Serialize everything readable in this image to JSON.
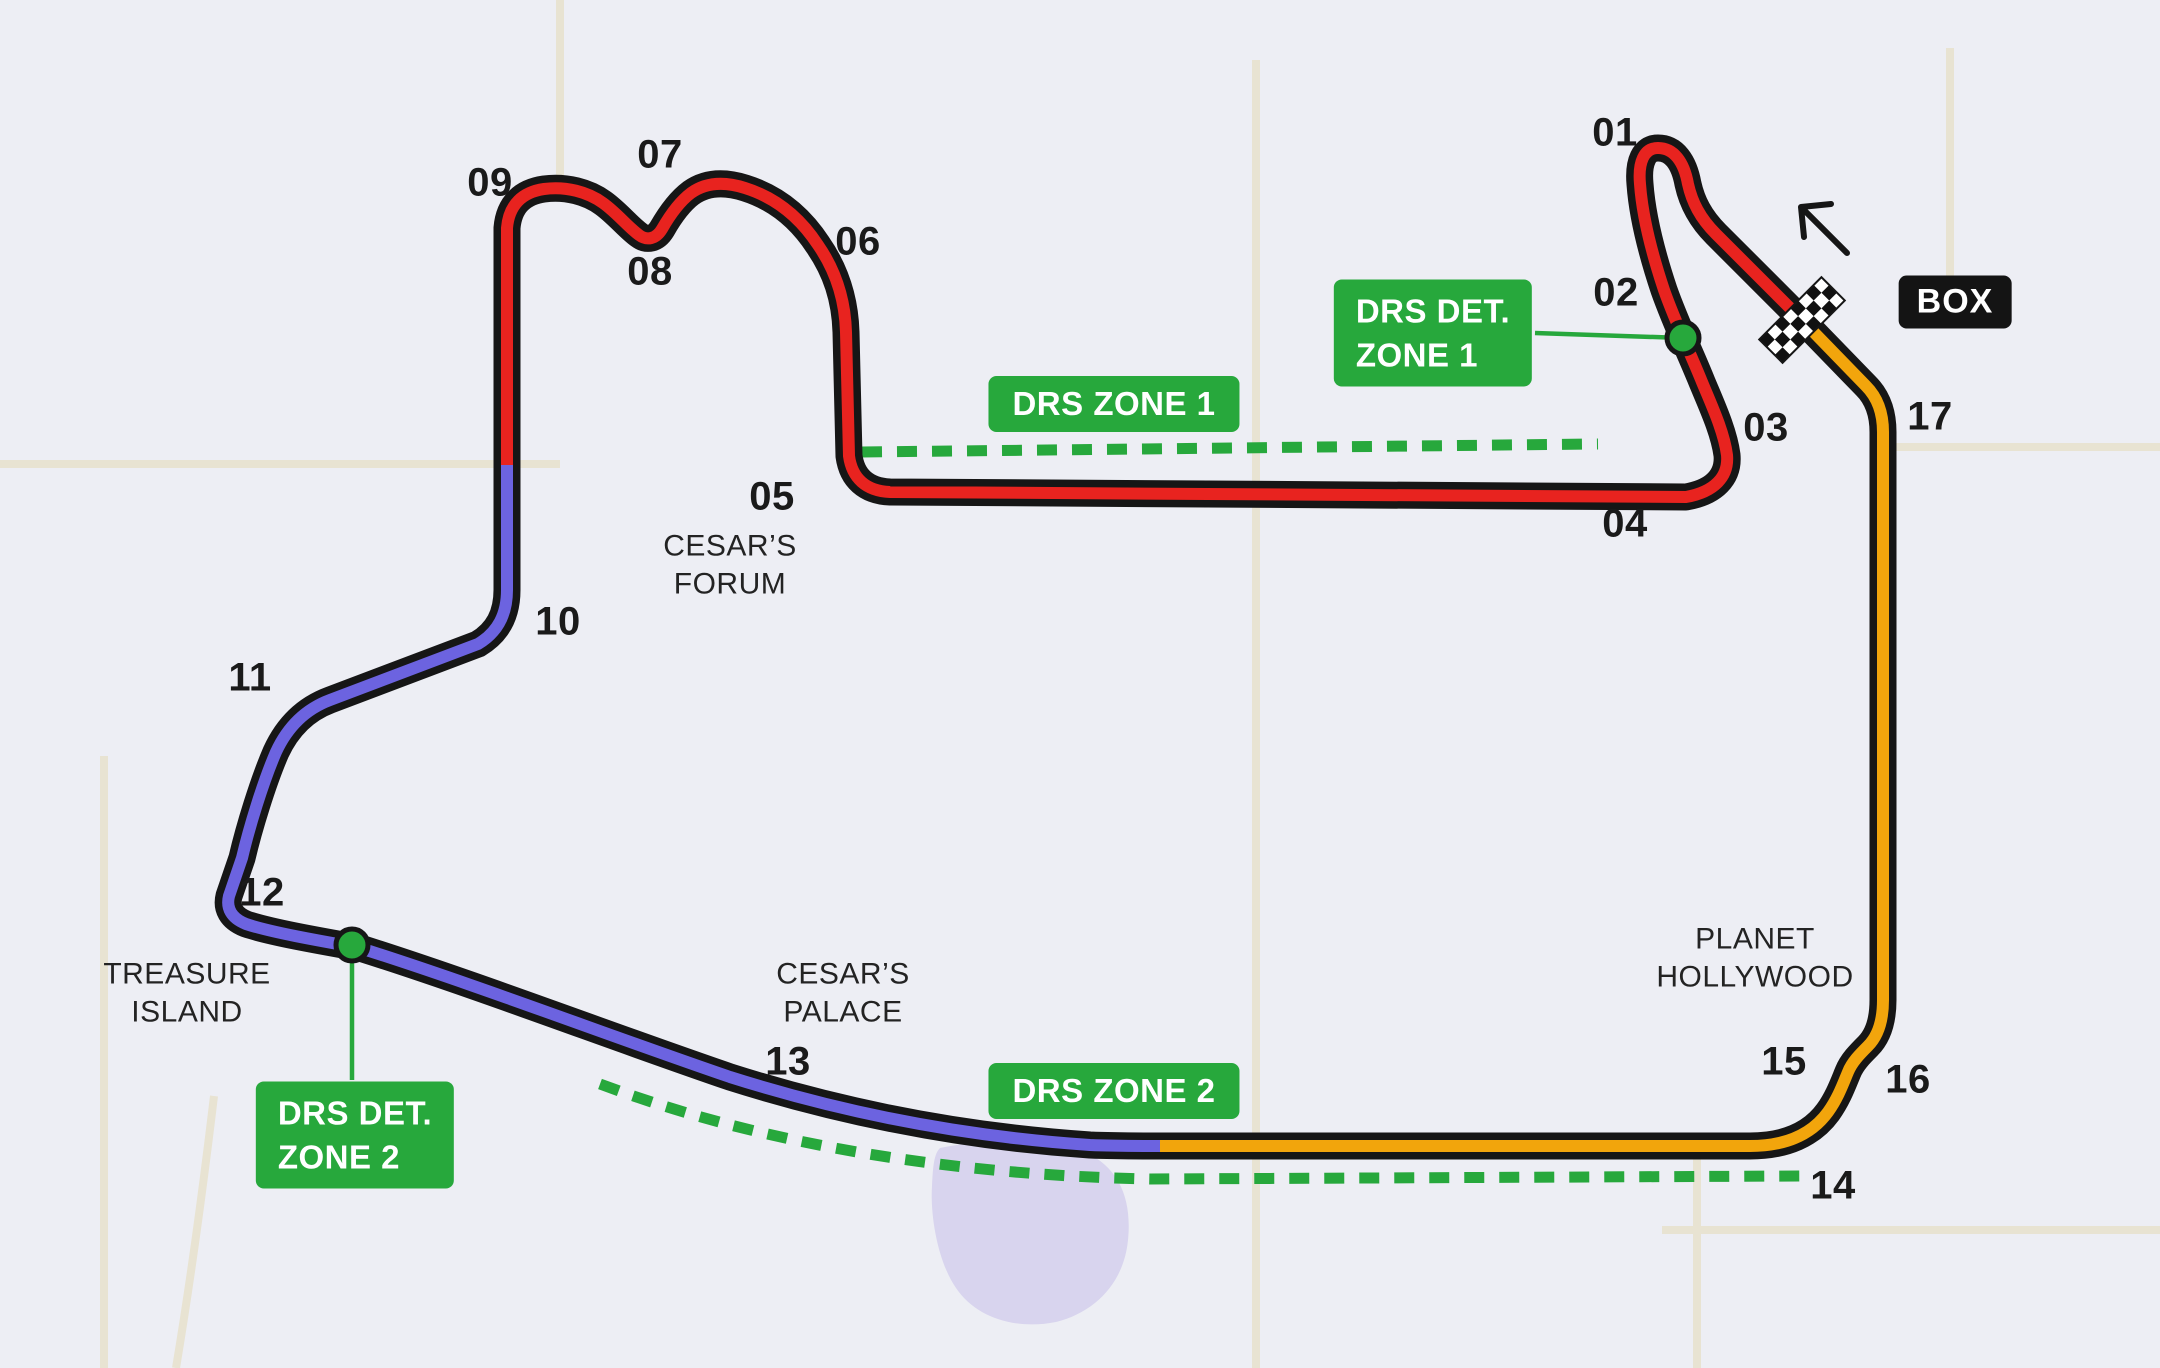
{
  "map": {
    "corners": [
      "01",
      "02",
      "03",
      "04",
      "05",
      "06",
      "07",
      "08",
      "09",
      "10",
      "11",
      "12",
      "13",
      "14",
      "15",
      "16",
      "17"
    ],
    "landmarks": {
      "cesars_forum": {
        "line1": "CESAR’S",
        "line2": "FORUM"
      },
      "treasure_island": {
        "line1": "TREASURE",
        "line2": "ISLAND"
      },
      "cesars_palace": {
        "line1": "CESAR’S",
        "line2": "PALACE"
      },
      "planet_hollywood": {
        "line1": "PLANET",
        "line2": "HOLLYWOOD"
      }
    },
    "drs": {
      "zone1_label": "DRS ZONE 1",
      "zone2_label": "DRS ZONE 2",
      "det1_line1": "DRS DET.",
      "det1_line2": "ZONE 1",
      "det2_line1": "DRS DET.",
      "det2_line2": "ZONE 2"
    },
    "pit_box_label": "BOX",
    "colors": {
      "background": "#edeef4",
      "street": "#e8e3d2",
      "lake": "#d8d4ee",
      "track_outline": "#161616",
      "sector1": "#e8231f",
      "sector2": "#6c63e0",
      "sector3": "#f2a50c",
      "drs_green": "#27a83c",
      "label_text": "#1a1a1a",
      "badge_text": "#ffffff",
      "box_background": "#141414"
    }
  }
}
